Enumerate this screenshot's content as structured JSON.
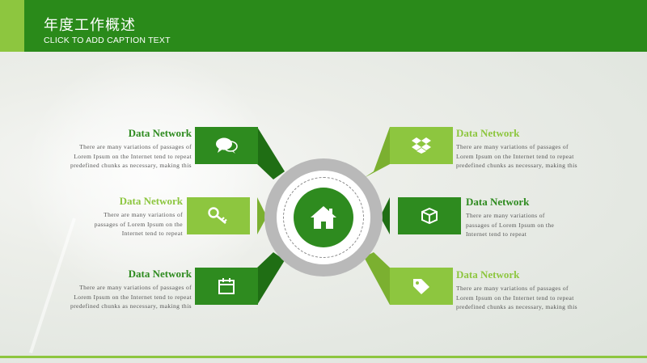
{
  "header": {
    "title": "年度工作概述",
    "subtitle": "CLICK TO ADD CAPTION TEXT"
  },
  "colors": {
    "dark_green": "#2e8b1f",
    "light_green": "#8dc63f",
    "header_green": "#2a8a1a",
    "hub_gray": "#b9b9b9"
  },
  "hub": {
    "icon": "home-icon"
  },
  "items": [
    {
      "heading": "Data Network",
      "heading_color": "#2e8b1f",
      "icon": "chat-bubbles-icon",
      "lines": [
        "There are many variations of passages of",
        "Lorem Ipsum on the Internet tend to repeat",
        "predefined chunks as necessary, making this"
      ]
    },
    {
      "heading": "Data Network",
      "heading_color": "#8dc63f",
      "icon": "key-icon",
      "lines": [
        "There are many variations of",
        "passages of Lorem Ipsum on the",
        "Internet tend to repeat"
      ]
    },
    {
      "heading": "Data Network",
      "heading_color": "#2e8b1f",
      "icon": "calendar-icon",
      "lines": [
        "There are many variations of passages of",
        "Lorem Ipsum on the Internet tend to repeat",
        "predefined chunks as necessary, making this"
      ]
    },
    {
      "heading": "Data Network",
      "heading_color": "#8dc63f",
      "icon": "dropbox-icon",
      "lines": [
        "There are many variations of passages of",
        "Lorem Ipsum on the Internet tend to repeat",
        "predefined chunks as necessary, making this"
      ]
    },
    {
      "heading": "Data Network",
      "heading_color": "#2e8b1f",
      "icon": "cube-icon",
      "lines": [
        "There are many variations of",
        "passages of Lorem Ipsum on the",
        "Internet tend to repeat"
      ]
    },
    {
      "heading": "Data Network",
      "heading_color": "#8dc63f",
      "icon": "tag-icon",
      "lines": [
        "There are many variations of passages of",
        "Lorem Ipsum on the Internet tend to repeat",
        "predefined chunks as necessary, making this"
      ]
    }
  ]
}
